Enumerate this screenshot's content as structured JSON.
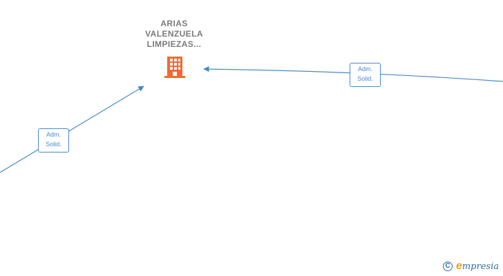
{
  "company": {
    "name_lines": [
      "ARIAS",
      "VALENZUELA",
      "LIMPIEZAS..."
    ]
  },
  "edges": {
    "left": {
      "label_lines": [
        "Adm.",
        "Solid."
      ]
    },
    "right": {
      "label_lines": [
        "Adm.",
        "Solid."
      ]
    }
  },
  "watermark": {
    "copyright_symbol": "C",
    "brand_initial": "e",
    "brand_rest": "mpresia"
  },
  "colors": {
    "edge": "#4a88c8",
    "building_icon": "#f26a2e",
    "company_text": "#7a7a7a",
    "brand_blue": "#2e6f9e",
    "brand_orange": "#e8a317"
  },
  "icons": {
    "company_node": "building-icon",
    "watermark": "copyright-icon"
  }
}
